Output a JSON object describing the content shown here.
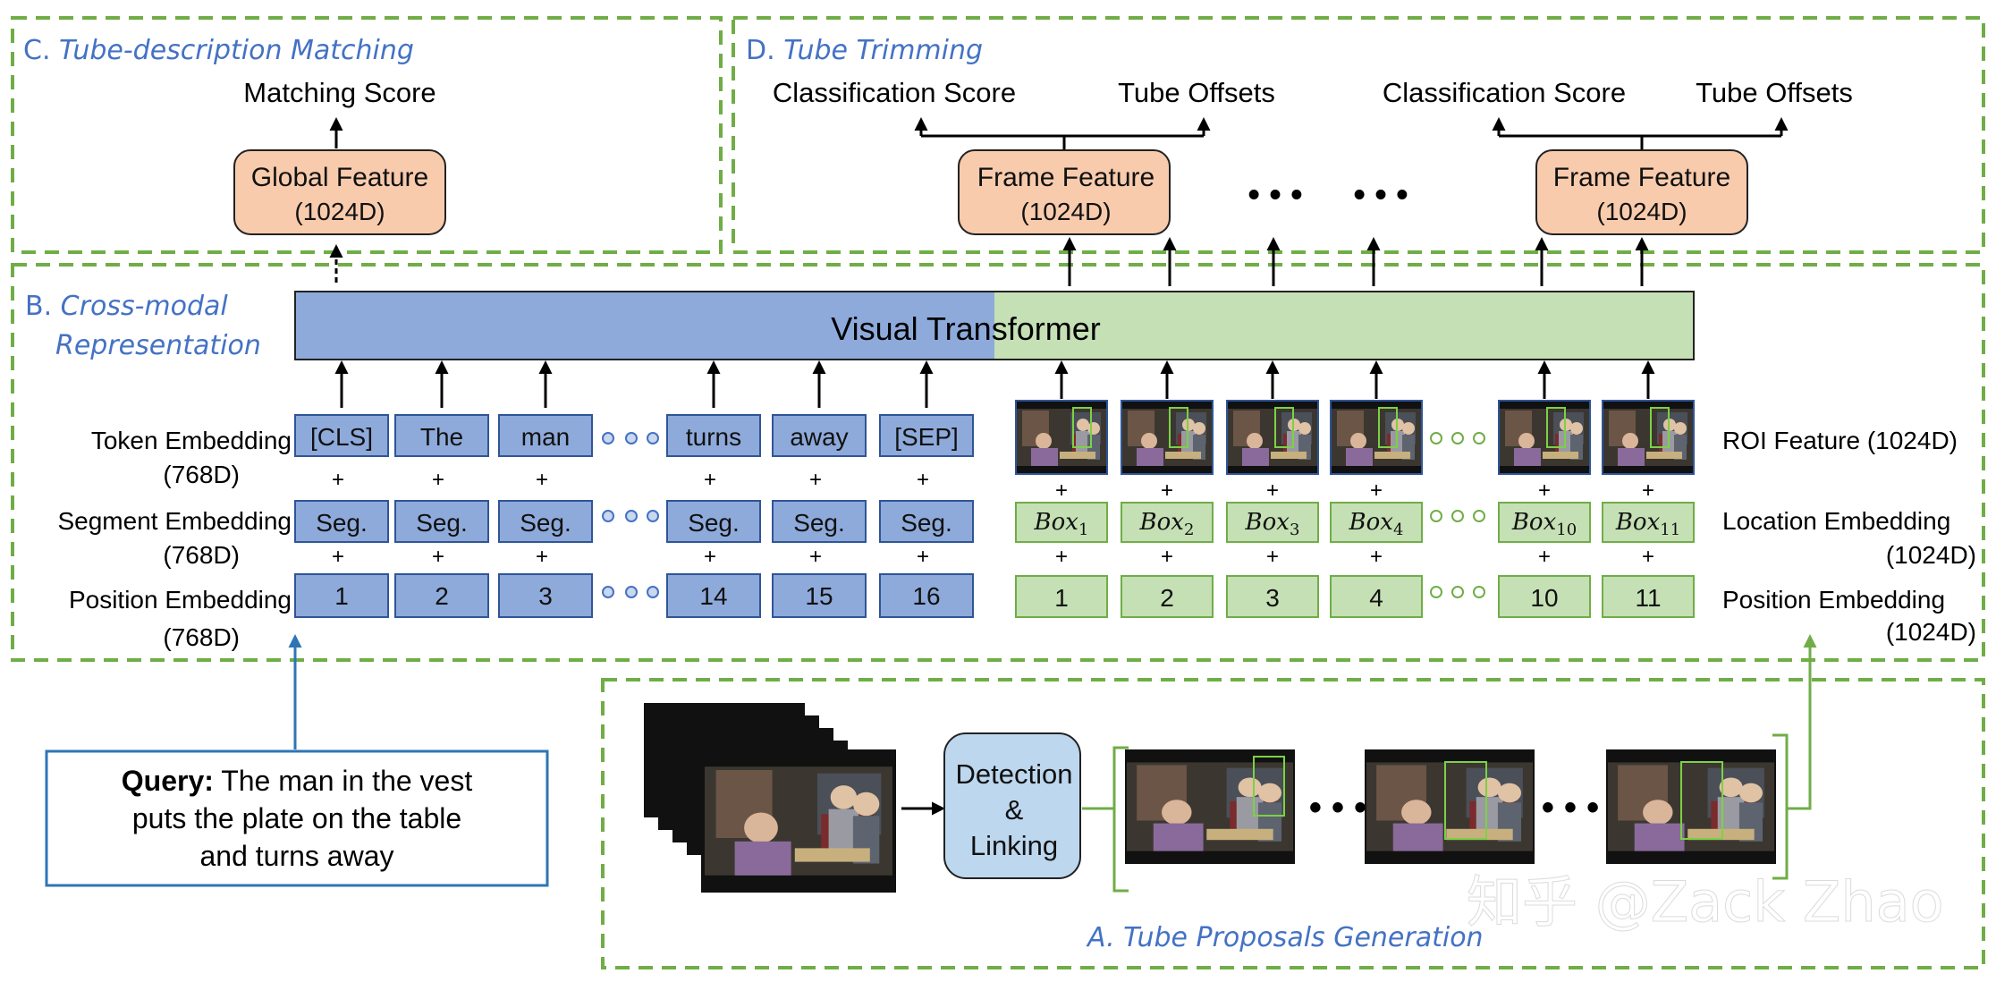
{
  "sections": {
    "c": {
      "letter": "C.",
      "title": "Tube-description Matching"
    },
    "d": {
      "letter": "D.",
      "title": "Tube Trimming"
    },
    "b": {
      "letter": "B.",
      "title_line1": "Cross-modal",
      "title_line2": "Representation"
    },
    "a": {
      "title": "A. Tube Proposals Generation"
    }
  },
  "matching": {
    "score": "Matching Score",
    "feature_line1": "Global Feature",
    "feature_line2": "(1024D)"
  },
  "trimming": {
    "cls_score": "Classification Score",
    "offsets": "Tube Offsets",
    "feature_line1": "Frame Feature",
    "feature_line2": "(1024D)",
    "ellipsis": "• • •"
  },
  "transformer": {
    "label": "Visual Transformer"
  },
  "left_labels": {
    "token": "Token Embedding",
    "token_dim": "(768D)",
    "segment": "Segment Embedding",
    "segment_dim": "(768D)",
    "position": "Position Embedding",
    "position_dim": "(768D)"
  },
  "right_labels": {
    "roi": "ROI Feature (1024D)",
    "location": "Location Embedding",
    "location_dim": "(1024D)",
    "position": "Position Embedding",
    "position_dim": "(1024D)"
  },
  "text_tokens": {
    "tokens": [
      "[CLS]",
      "The",
      "man",
      "turns",
      "away",
      "[SEP]"
    ],
    "segment": "Seg.",
    "positions": [
      "1",
      "2",
      "3",
      "14",
      "15",
      "16"
    ]
  },
  "visual_tokens": {
    "box_prefix": "Box",
    "box_subscripts": [
      "1",
      "2",
      "3",
      "4",
      "10",
      "11"
    ],
    "positions": [
      "1",
      "2",
      "3",
      "4",
      "10",
      "11"
    ]
  },
  "plus": "+",
  "query": {
    "label": "Query:",
    "line1": "The man in the vest",
    "line2": "puts the plate on the table",
    "line3": "and turns away"
  },
  "detection": {
    "line1": "Detection",
    "line2": "&",
    "line3": "Linking"
  },
  "watermark": "知乎 @Zack Zhao",
  "colors": {
    "dash_green": "#70ad47",
    "text_blue_fill": "#8eaadb",
    "visual_green_fill": "#c5e0b4",
    "feature_orange": "#f8cbad",
    "detection_fill": "#bdd7ee",
    "title_blue": "#4472c4",
    "query_border": "#2e75b6"
  }
}
